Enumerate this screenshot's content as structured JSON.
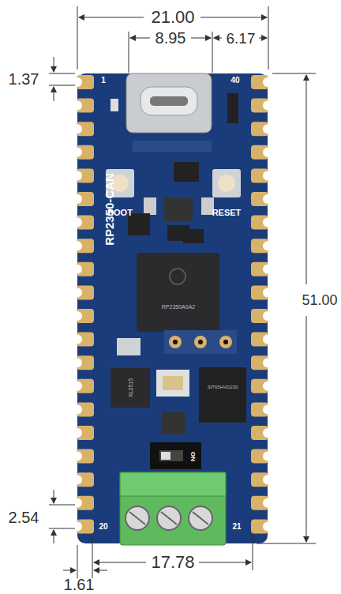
{
  "diagram": {
    "labels": [
      "21.00",
      "8.95",
      "6.17",
      "1.37",
      "51.00",
      "2.54",
      "17.78",
      "1.61",
      "1",
      "40",
      "20",
      "21",
      "BOOT",
      "RESET",
      "RP2350-CAN",
      "ON",
      "RP2350A0A2",
      "XL2515",
      "SIT65HVD230"
    ]
  }
}
